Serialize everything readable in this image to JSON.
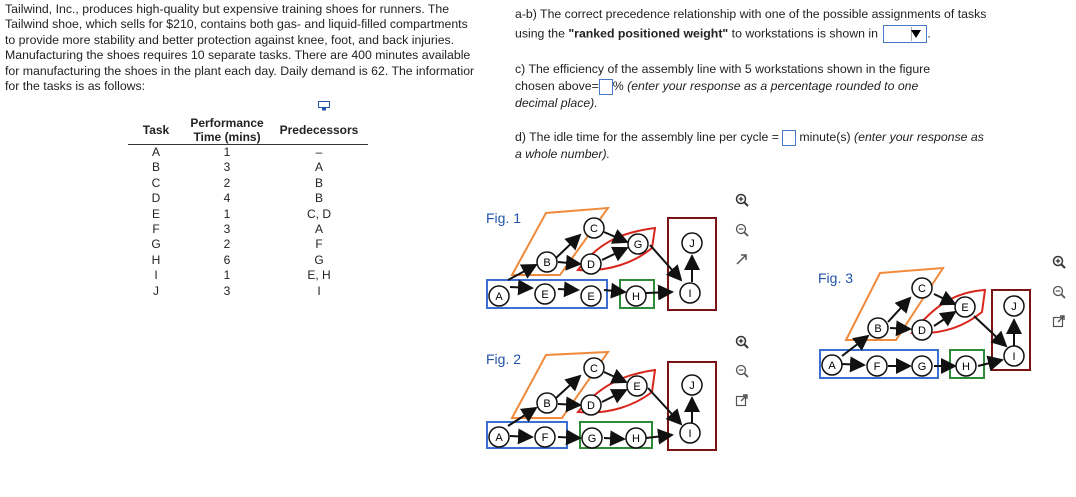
{
  "intro": {
    "lines": [
      "Tailwind, Inc., produces high-quality but expensive training shoes for runners. The",
      "Tailwind shoe, which sells for $210, contains both gas- and liquid-filled compartments",
      "to provide more stability and better protection against knee, foot, and back injuries.",
      "Manufacturing the shoes requires 10 separate tasks. There are 400 minutes available",
      "for manufacturing the shoes in the plant each day. Daily demand is 62. The informatior",
      "for the tasks is as follows:"
    ]
  },
  "table": {
    "headers": {
      "task": "Task",
      "time_line1": "Performance",
      "time_line2": "Time (mins)",
      "pred": "Predecessors"
    },
    "rows": [
      {
        "task": "A",
        "time": "1",
        "pred": "–"
      },
      {
        "task": "B",
        "time": "3",
        "pred": "A"
      },
      {
        "task": "C",
        "time": "2",
        "pred": "B"
      },
      {
        "task": "D",
        "time": "4",
        "pred": "B"
      },
      {
        "task": "E",
        "time": "1",
        "pred": "C, D"
      },
      {
        "task": "F",
        "time": "3",
        "pred": "A"
      },
      {
        "task": "G",
        "time": "2",
        "pred": "F"
      },
      {
        "task": "H",
        "time": "6",
        "pred": "G"
      },
      {
        "task": "I",
        "time": "1",
        "pred": "E, H"
      },
      {
        "task": "J",
        "time": "3",
        "pred": "I"
      }
    ]
  },
  "questions": {
    "ab_line1": "a-b) The correct precedence relationship with one of the possible assignments of tasks",
    "ab_line2_pre": "using the ",
    "ab_line2_bold": "\"ranked positioned weight\"",
    "ab_line2_post": " to workstations is shown in",
    "ab_period": ".",
    "c_line1": "c) The efficiency of the assembly line with 5 workstations shown in the figure",
    "c_line2_pre": "chosen above=",
    "c_line2_post": "%",
    "c_line2_italic": " (enter your response as a percentage rounded to one",
    "c_line3_italic": "decimal place).",
    "d_line1_pre": "d) The idle time for the assembly line per cycle =",
    "d_line1_post": " minute(s)",
    "d_line1_italic": " (enter your response as",
    "d_line2_italic": "a whole number)."
  },
  "figures": {
    "fig1": "Fig. 1",
    "fig2": "Fig. 2",
    "fig3": "Fig. 3"
  },
  "nodes": [
    "A",
    "B",
    "C",
    "D",
    "E",
    "F",
    "G",
    "H",
    "I",
    "J"
  ],
  "colors": {
    "orange": "#f08a3c",
    "red": "#d9261c",
    "blue": "#3b6fd1",
    "green": "#2e8b3a",
    "darkred": "#7a1414",
    "link": "#2255aa"
  },
  "icons": [
    "zoom-in-icon",
    "zoom-out-icon",
    "popout-icon",
    "note-icon",
    "dropdown-arrow-icon"
  ]
}
